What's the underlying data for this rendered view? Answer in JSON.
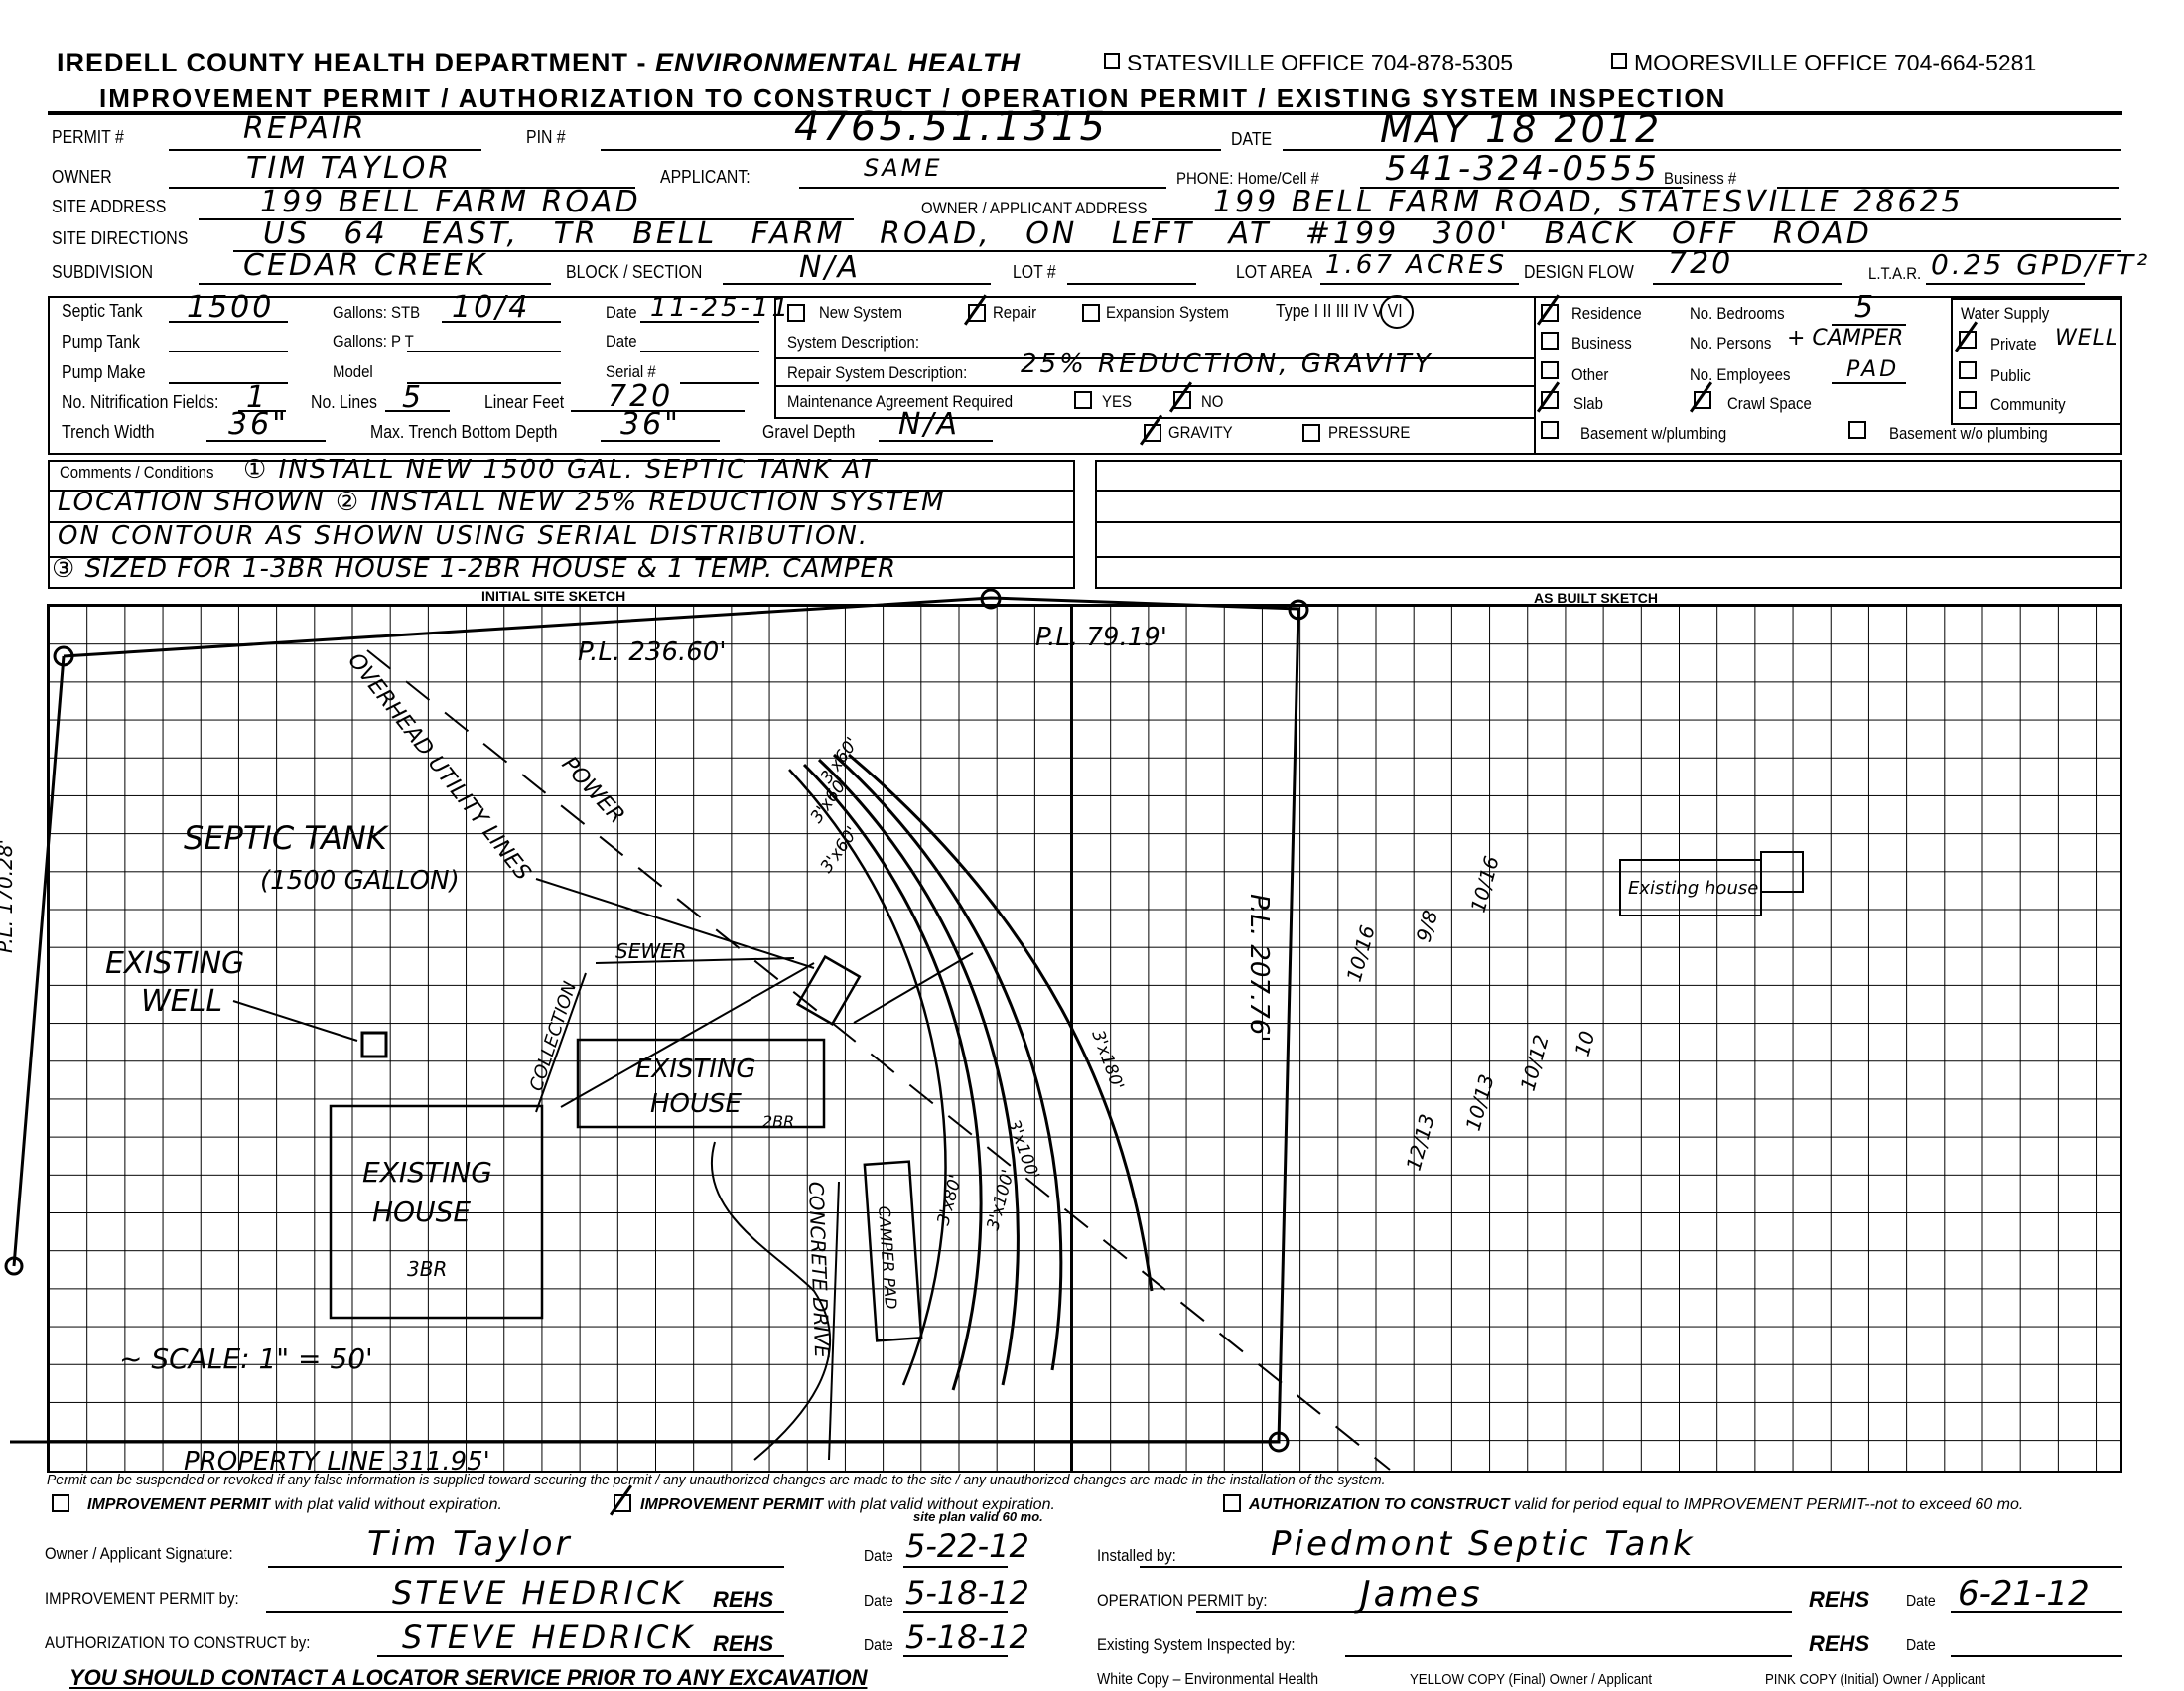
{
  "header": {
    "dept": "IREDELL COUNTY HEALTH DEPARTMENT - ",
    "dept_em": "ENVIRONMENTAL HEALTH",
    "statesville": "STATESVILLE OFFICE  704-878-5305",
    "mooresville": "MOORESVILLE OFFICE  704-664-5281",
    "subtitle": "IMPROVEMENT PERMIT  /  AUTHORIZATION TO CONSTRUCT  /  OPERATION PERMIT  /  EXISTING SYSTEM INSPECTION"
  },
  "info": {
    "permit_label": "PERMIT #",
    "permit": "REPAIR",
    "pin_label": "PIN #",
    "pin": "4765.51.1315",
    "date_label": "DATE",
    "date": "MAY 18 2012",
    "owner_label": "OWNER",
    "owner": "TIM TAYLOR",
    "applicant_label": "APPLICANT:",
    "applicant": "SAME",
    "phone_label": "PHONE:  Home/Cell #",
    "phone": "541-324-0555",
    "business_label": "Business #",
    "site_address_label": "SITE  ADDRESS",
    "site_address": "199 BELL FARM ROAD",
    "owner_address_label": "OWNER / APPLICANT ADDRESS",
    "owner_address": "199 BELL FARM ROAD, STATESVILLE 28625",
    "directions_label": "SITE  DIRECTIONS",
    "directions": "US 64 EAST, TR BELL FARM ROAD, ON LEFT AT #199  300' BACK OFF ROAD",
    "subdivision_label": "SUBDIVISION",
    "subdivision": "CEDAR CREEK",
    "block_label": "BLOCK / SECTION",
    "block": "N/A",
    "lot_label": "LOT #",
    "lot_area_label": "LOT AREA",
    "lot_area": "1.67 ACRES",
    "design_flow_label": "DESIGN FLOW",
    "design_flow": "720",
    "ltar_label": "L.T.A.R.",
    "ltar": "0.25 GPD/FT²"
  },
  "tank": {
    "septic_label": "Septic Tank",
    "septic": "1500",
    "gallons_stb": "Gallons:  STB",
    "stb": "10/4",
    "date_label": "Date",
    "date": "11-25-11",
    "pump_label": "Pump Tank",
    "gallons_pt": "Gallons:  P T",
    "date2_label": "Date",
    "pump_make_label": "Pump Make",
    "model_label": "Model",
    "serial_label": "Serial #",
    "nitr_label": "No. Nitrification Fields:",
    "nitr": "1",
    "lines_label": "No. Lines",
    "lines": "5",
    "linear_label": "Linear Feet",
    "linear": "720",
    "trench_label": "Trench Width",
    "trench": "36\"",
    "depth_label": "Max. Trench Bottom Depth",
    "depth": "36\"",
    "gravel_label": "Gravel Depth",
    "gravel": "N/A"
  },
  "system": {
    "new": "New System",
    "repair": "Repair",
    "expansion": "Expansion System",
    "type_label": "Type  I   II  III  IV  V  VI",
    "type_selected": "III",
    "desc_label": "System  Description:",
    "repair_desc_label": "Repair System Description:",
    "repair_desc": "25% REDUCTION, GRAVITY",
    "maint_label": "Maintenance Agreement Required",
    "yes": "YES",
    "no": "NO",
    "gravity": "GRAVITY",
    "pressure": "PRESSURE"
  },
  "building": {
    "residence": "Residence",
    "business": "Business",
    "other": "Other",
    "slab": "Slab",
    "crawl": "Crawl Space",
    "bsmt_w": "Basement w/plumbing",
    "bsmt_wo": "Basement w/o plumbing",
    "bedrooms_label": "No. Bedrooms",
    "bedrooms": "5",
    "persons_label": "No. Persons",
    "persons": "+ CAMPER",
    "employees_label": "No. Employees",
    "employees": "PAD"
  },
  "water": {
    "title": "Water Supply",
    "private": "Private",
    "private_note": "WELL",
    "public": "Public",
    "community": "Community"
  },
  "comments": {
    "label": "Comments / Conditions",
    "lines": [
      "① INSTALL NEW 1500 GAL. SEPTIC TANK AT",
      "LOCATION SHOWN ② INSTALL NEW 25% REDUCTION SYSTEM",
      "ON CONTOUR AS SHOWN USING SERIAL DISTRIBUTION.",
      "③ SIZED FOR 1-3BR HOUSE 1-2BR HOUSE & 1 TEMP. CAMPER"
    ]
  },
  "sketch": {
    "initial_title": "INITIAL  SITE  SKETCH",
    "asbuilt_title": "AS  BUILT  SKETCH",
    "labels": {
      "pl_top": "P.L. 236.60'",
      "pl_top_right": "P.L. 79.19'",
      "pl_right": "P.L. 207.76'",
      "pl_bottom": "PROPERTY LINE 311.95'",
      "pl_left": "P.L. 170.28'",
      "tank": "SEPTIC TANK",
      "tank_gal": "(1500 GALLON)",
      "well1": "EXISTING",
      "well2": "WELL",
      "utility": "OVERHEAD UTILITY LINES",
      "power": "POWER",
      "sewer": "SEWER",
      "collection": "COLLECTION",
      "house2a": "EXISTING",
      "house2b": "HOUSE",
      "house2c": "2BR",
      "house1a": "EXISTING",
      "house1b": "HOUSE",
      "house1c": "3BR",
      "camper": "CAMPER PAD",
      "concrete": "CONCRETE DRIVE",
      "scale": "~ SCALE: 1\" = 50'",
      "t1": "3'x60'",
      "t2": "3'x60'",
      "t3": "3'x60'",
      "t4": "3'x80'",
      "t5": "3'x100'",
      "t6": "3'x100'",
      "t7": "3'x180'",
      "ab_house": "Existing house",
      "ab_nums": [
        "10/16",
        "9/8",
        "10/16",
        "12/13",
        "10/13",
        "10/12",
        "10"
      ]
    }
  },
  "footer": {
    "warning": "Permit can be suspended or revoked if any false information is supplied toward securing the permit / any unauthorized changes are made to the site / any unauthorized changes are made in the installation of the system.",
    "ip1_b": "IMPROVEMENT  PERMIT",
    "ip1": " with plat valid without expiration.",
    "ip2_b": "IMPROVEMENT  PERMIT",
    "ip2": " with plat valid without expiration.",
    "ip2_sub": "site plan valid 60 mo.",
    "atc_b": "AUTHORIZATION TO CONSTRUCT",
    "atc": " valid for period equal to IMPROVEMENT PERMIT--not to exceed 60 mo.",
    "owner_sig_label": "Owner / Applicant Signature:",
    "owner_sig": "Tim Taylor",
    "date_label": "Date",
    "owner_date": "5-22-12",
    "ip_label": "IMPROVEMENT  PERMIT by:",
    "ip_sig": "STEVE HEDRICK",
    "ip_date": "5-18-12",
    "atc_label": "AUTHORIZATION  TO  CONSTRUCT by:",
    "atc_sig": "STEVE HEDRICK",
    "atc_date": "5-18-12",
    "rehs": "REHS",
    "installed_label": "Installed by:",
    "installed": "Piedmont Septic Tank",
    "op_label": "OPERATION PERMIT by:",
    "op_sig": "James",
    "op_date": "6-21-12",
    "esi_label": "Existing  System  Inspected by:",
    "locator": "YOU SHOULD CONTACT A LOCATOR SERVICE PRIOR TO ANY EXCAVATION",
    "white": "White Copy – Environmental Health",
    "yellow": "YELLOW  COPY (Final) Owner / Applicant",
    "pink": "PINK COPY (Initial)  Owner / Applicant"
  }
}
